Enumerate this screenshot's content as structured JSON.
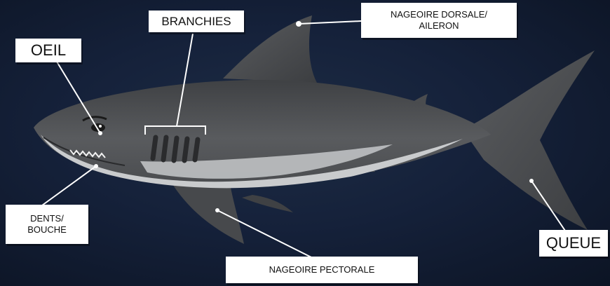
{
  "labels": {
    "oeil": "OEIL",
    "branchies": "BRANCHIES",
    "dorsale": "NAGEOIRE DORSALE/\nAILERON",
    "dents": "DENTS/\nBOUCHE",
    "pectorale": "NAGEOIRE PECTORALE",
    "queue": "QUEUE"
  },
  "colors": {
    "background": "#15213a",
    "shark_top": "#4d4f52",
    "shark_belly": "#c9cbcd",
    "label_bg": "#ffffff",
    "leader_line": "#ffffff"
  }
}
